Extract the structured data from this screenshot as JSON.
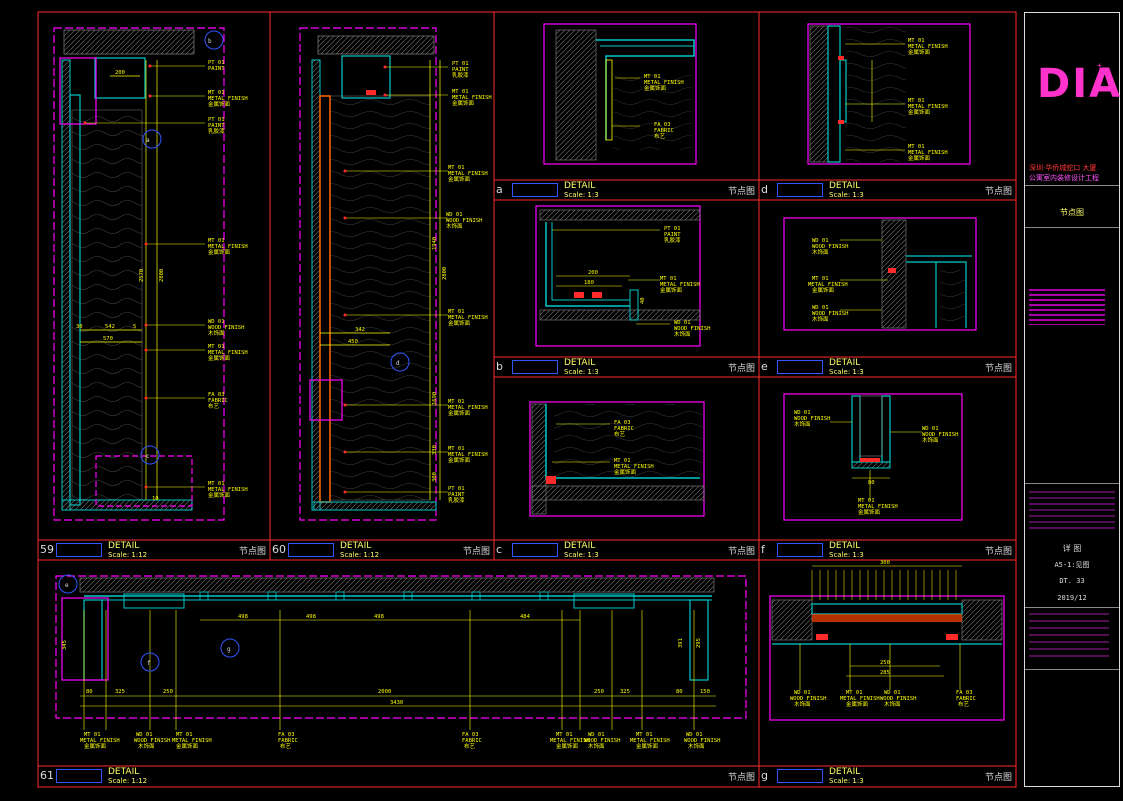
{
  "sheet": {
    "bg": "#000000",
    "frame_color": "#ff2a2a",
    "magenta": "#ff00ff",
    "yellow": "#ffff00",
    "cyan": "#00c8c8",
    "blue": "#3355ff"
  },
  "panels": [
    {
      "id": "59",
      "tag": "节点图",
      "detail": "DETAIL",
      "scale": "Scale: 1:12"
    },
    {
      "id": "60",
      "tag": "节点图",
      "detail": "DETAIL",
      "scale": "Scale: 1:12"
    },
    {
      "id": "a",
      "tag": "节点图",
      "detail": "DETAIL",
      "scale": "Scale: 1:3"
    },
    {
      "id": "d",
      "tag": "节点图",
      "detail": "DETAIL",
      "scale": "Scale: 1:3"
    },
    {
      "id": "b",
      "tag": "节点图",
      "detail": "DETAIL",
      "scale": "Scale: 1:3"
    },
    {
      "id": "e",
      "tag": "节点图",
      "detail": "DETAIL",
      "scale": "Scale: 1:3"
    },
    {
      "id": "c",
      "tag": "节点图",
      "detail": "DETAIL",
      "scale": "Scale: 1:3"
    },
    {
      "id": "f",
      "tag": "节点图",
      "detail": "DETAIL",
      "scale": "Scale: 1:3"
    },
    {
      "id": "61",
      "tag": "节点图",
      "detail": "DETAIL",
      "scale": "Scale: 1:12"
    },
    {
      "id": "g",
      "tag": "节点图",
      "detail": "DETAIL",
      "scale": "Scale: 1:3"
    }
  ],
  "labels": {
    "pt01": "PT 01",
    "paint": "PAINT",
    "paint_cn": "乳胶漆",
    "mt01": "MT 01",
    "metal": "METAL FINISH",
    "metal_cn": "金属饰面",
    "wd01": "WD 01",
    "wood": "WOOD FINISH",
    "wood_cn": "木饰面",
    "fa03": "FA 03",
    "fabric": "FABRIC",
    "fabric_cn": "布艺"
  },
  "dims59": {
    "d200": "200",
    "d2800": "2800",
    "d2570": "2570",
    "d542": "542",
    "d570": "570",
    "d30": "30",
    "d5": "5",
    "d10": "10"
  },
  "dims60": {
    "d1940": "1940",
    "d2800": "2800",
    "d342": "342",
    "d450": "450",
    "d1690": "1690",
    "d330": "330",
    "d300": "300"
  },
  "dims61": {
    "d325": "325",
    "d250": "250",
    "d2000": "2000",
    "d3430": "3430",
    "d498": "498",
    "d484": "484",
    "d150": "150",
    "d80": "80",
    "d345": "345",
    "d391": "391",
    "d295": "295"
  },
  "dimsB": {
    "d200": "200",
    "d180": "180",
    "d40": "40"
  },
  "dimsG": {
    "d300": "300",
    "d250": "250",
    "d285": "285"
  },
  "dimsF": {
    "d80": "80"
  },
  "bubbles": [
    "a",
    "b",
    "c",
    "d",
    "e",
    "f",
    "g"
  ],
  "titleblock": {
    "logo": "DIA",
    "project_cn": "深圳·华侨城蛇口 大厦",
    "project_sub": "公寓室内装修设计工程",
    "drawing_title": "节点图",
    "scale": "详 图",
    "sheet_ref": "A5-1:见图",
    "number": "DT. 33",
    "date": "2019/12"
  }
}
